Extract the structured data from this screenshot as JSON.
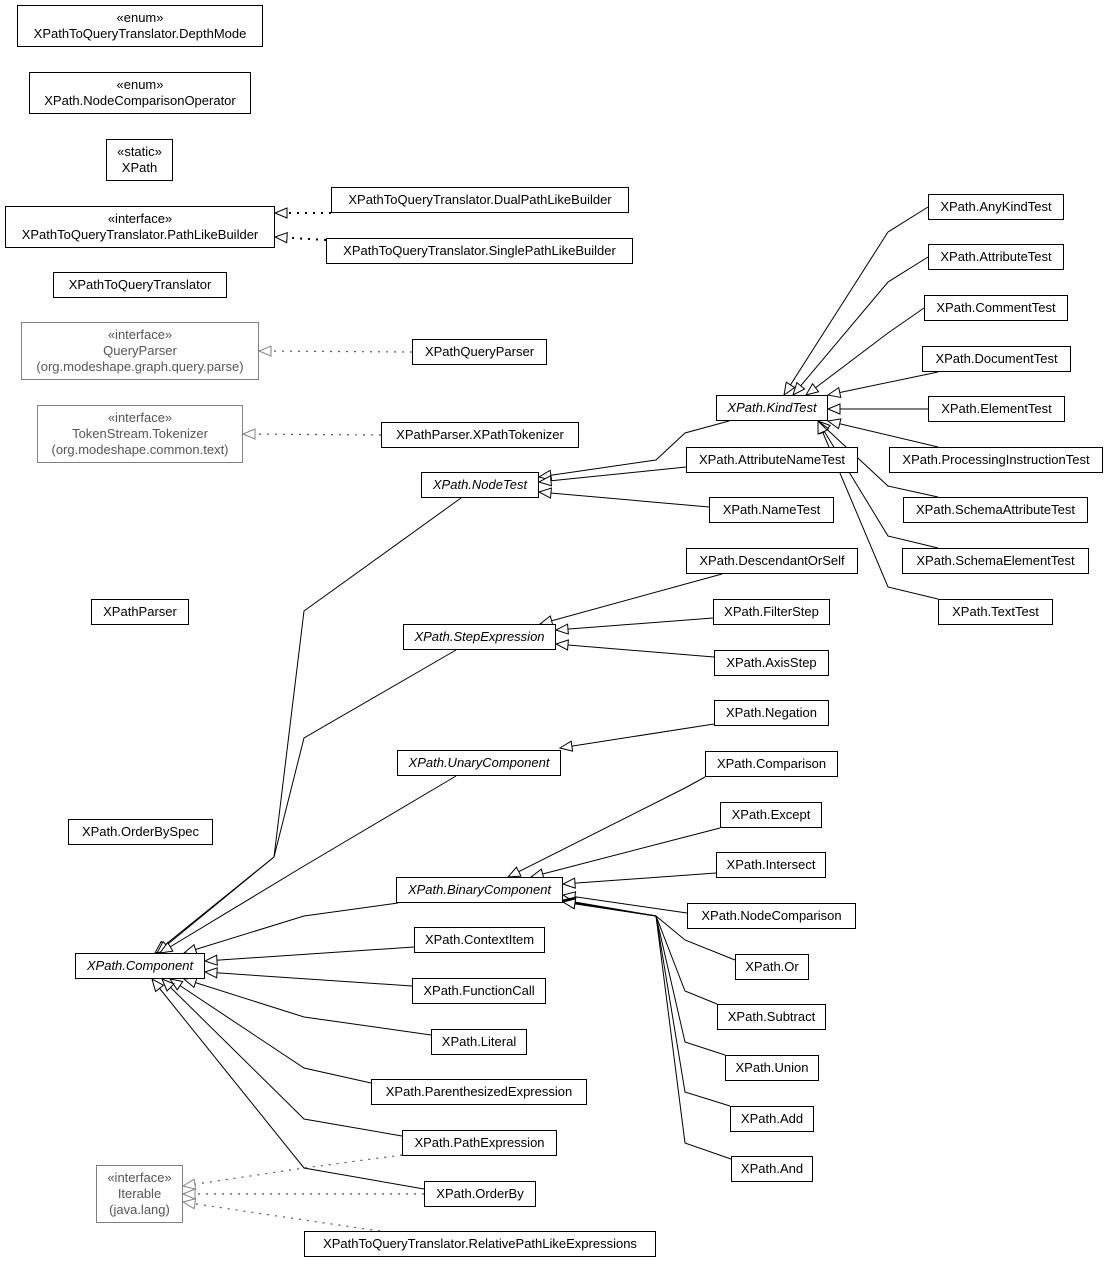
{
  "nodes": {
    "depth_mode": {
      "stereotype": "«enum»",
      "name": "XPathToQueryTranslator.DepthMode"
    },
    "node_comparison_operator": {
      "stereotype": "«enum»",
      "name": "XPath.NodeComparisonOperator"
    },
    "xpath": {
      "stereotype": "«static»",
      "name": "XPath"
    },
    "path_like_builder": {
      "stereotype": "«interface»",
      "name": "XPathToQueryTranslator.PathLikeBuilder"
    },
    "xpath_to_query_translator": {
      "name": "XPathToQueryTranslator"
    },
    "query_parser": {
      "stereotype": "«interface»",
      "name": "QueryParser",
      "package": "(org.modeshape.graph.query.parse)"
    },
    "tokenizer": {
      "stereotype": "«interface»",
      "name": "TokenStream.Tokenizer",
      "package": "(org.modeshape.common.text)"
    },
    "xpath_parser": {
      "name": "XPathParser"
    },
    "order_by_spec": {
      "name": "XPath.OrderBySpec"
    },
    "component": {
      "name": "XPath.Component"
    },
    "iterable": {
      "stereotype": "«interface»",
      "name": "Iterable",
      "package": "(java.lang)"
    },
    "dual_path_like_builder": {
      "name": "XPathToQueryTranslator.DualPathLikeBuilder"
    },
    "single_path_like_builder": {
      "name": "XPathToQueryTranslator.SinglePathLikeBuilder"
    },
    "xpath_query_parser": {
      "name": "XPathQueryParser"
    },
    "xpath_tokenizer": {
      "name": "XPathParser.XPathTokenizer"
    },
    "node_test": {
      "name": "XPath.NodeTest"
    },
    "step_expression": {
      "name": "XPath.StepExpression"
    },
    "unary_component": {
      "name": "XPath.UnaryComponent"
    },
    "binary_component": {
      "name": "XPath.BinaryComponent"
    },
    "context_item": {
      "name": "XPath.ContextItem"
    },
    "function_call": {
      "name": "XPath.FunctionCall"
    },
    "literal": {
      "name": "XPath.Literal"
    },
    "parenthesized_expression": {
      "name": "XPath.ParenthesizedExpression"
    },
    "path_expression": {
      "name": "XPath.PathExpression"
    },
    "order_by": {
      "name": "XPath.OrderBy"
    },
    "relative_path_like_expressions": {
      "name": "XPathToQueryTranslator.RelativePathLikeExpressions"
    },
    "kind_test": {
      "name": "XPath.KindTest"
    },
    "attribute_name_test": {
      "name": "XPath.AttributeNameTest"
    },
    "name_test": {
      "name": "XPath.NameTest"
    },
    "descendant_or_self": {
      "name": "XPath.DescendantOrSelf"
    },
    "filter_step": {
      "name": "XPath.FilterStep"
    },
    "axis_step": {
      "name": "XPath.AxisStep"
    },
    "negation": {
      "name": "XPath.Negation"
    },
    "comparison": {
      "name": "XPath.Comparison"
    },
    "except": {
      "name": "XPath.Except"
    },
    "intersect": {
      "name": "XPath.Intersect"
    },
    "node_comparison": {
      "name": "XPath.NodeComparison"
    },
    "or": {
      "name": "XPath.Or"
    },
    "subtract": {
      "name": "XPath.Subtract"
    },
    "union": {
      "name": "XPath.Union"
    },
    "add": {
      "name": "XPath.Add"
    },
    "and": {
      "name": "XPath.And"
    },
    "any_kind_test": {
      "name": "XPath.AnyKindTest"
    },
    "attribute_test": {
      "name": "XPath.AttributeTest"
    },
    "comment_test": {
      "name": "XPath.CommentTest"
    },
    "document_test": {
      "name": "XPath.DocumentTest"
    },
    "element_test": {
      "name": "XPath.ElementTest"
    },
    "processing_instruction_test": {
      "name": "XPath.ProcessingInstructionTest"
    },
    "schema_attribute_test": {
      "name": "XPath.SchemaAttributeTest"
    },
    "schema_element_test": {
      "name": "XPath.SchemaElementTest"
    },
    "text_test": {
      "name": "XPath.TextTest"
    }
  }
}
